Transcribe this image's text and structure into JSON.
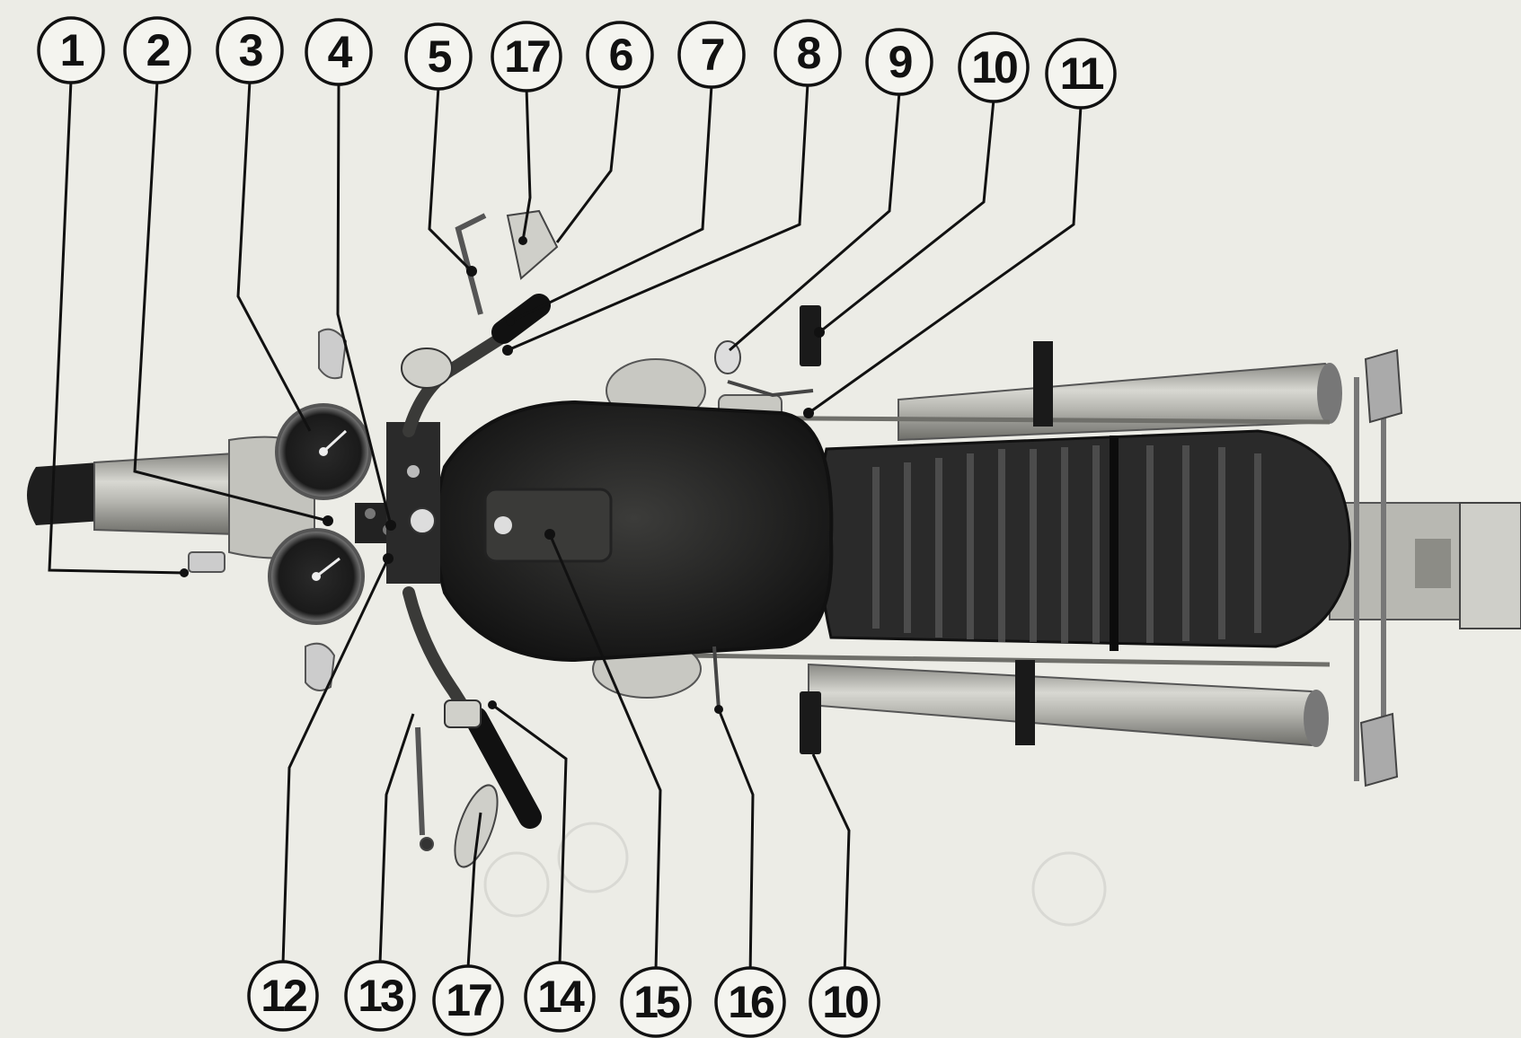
{
  "diagram": {
    "callouts": [
      {
        "label": "1"
      },
      {
        "label": "2"
      },
      {
        "label": "3"
      },
      {
        "label": "4"
      },
      {
        "label": "5"
      },
      {
        "label": "17"
      },
      {
        "label": "6"
      },
      {
        "label": "7"
      },
      {
        "label": "8"
      },
      {
        "label": "9"
      },
      {
        "label": "10"
      },
      {
        "label": "11"
      },
      {
        "label": "12"
      },
      {
        "label": "13"
      },
      {
        "label": "17"
      },
      {
        "label": "14"
      },
      {
        "label": "15"
      },
      {
        "label": "16"
      },
      {
        "label": "10"
      }
    ]
  }
}
